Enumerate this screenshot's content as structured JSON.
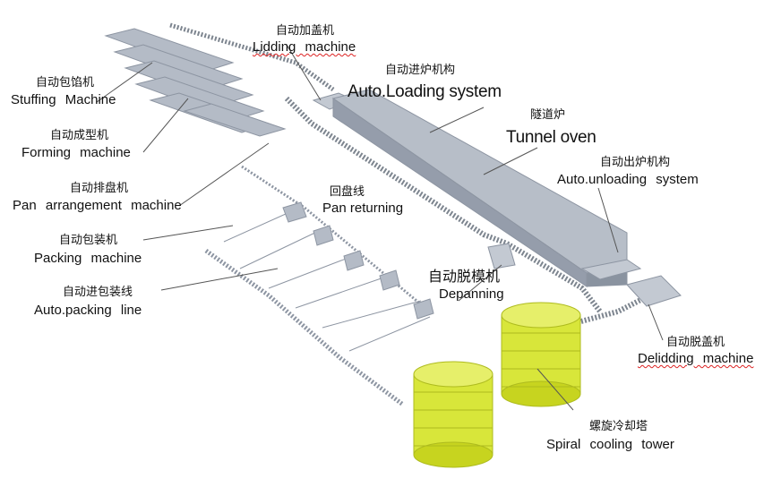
{
  "labels": {
    "lidding_cn": "自动加盖机",
    "lidding_en": "Lidding machine",
    "loading_cn": "自动进炉机构",
    "loading_en": "Auto.Loading system",
    "stuffing_cn": "自动包馅机",
    "stuffing_en": "Stuffing Machine",
    "tunnel_cn": "隧道炉",
    "tunnel_en": "Tunnel oven",
    "forming_cn": "自动成型机",
    "forming_en": "Forming machine",
    "unloading_cn": "自动出炉机构",
    "unloading_en": "Auto.unloading system",
    "pan_arr_cn": "自动排盘机",
    "pan_arr_en": "Pan arrangement machine",
    "pan_ret_cn": "回盘线",
    "pan_ret_en": "Pan returning",
    "packing_cn": "自动包装机",
    "packing_en": "Packing machine",
    "depanning_cn": "自动脱模机",
    "depanning_en": "Depanning",
    "autopack_cn": "自动进包装线",
    "autopack_en": "Auto.packing line",
    "delid_cn": "自动脱盖机",
    "delid_en": "Delidding machine",
    "spiral_cn": "螺旋冷却塔",
    "spiral_en": "Spiral cooling tower"
  },
  "colors": {
    "machine": "#b4bbc6",
    "machine_dark": "#8d95a2",
    "conveyor": "#7d858f",
    "tower": "#d8e63a",
    "tower_dark": "#aebb1e",
    "leader": "#555555"
  }
}
